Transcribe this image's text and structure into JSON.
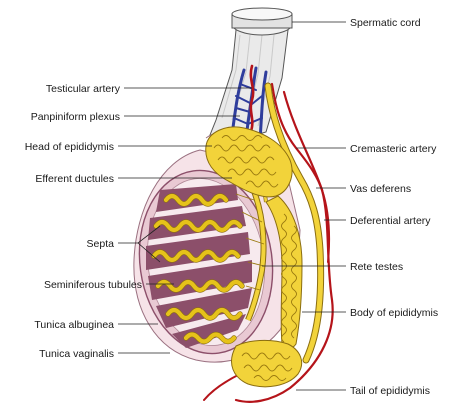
{
  "labels": {
    "spermatic_cord": "Spermatic cord",
    "testicular_artery": "Testicular artery",
    "panpiniform_plexus": "Panpiniform plexus",
    "head_of_epididymis": "Head of epididymis",
    "cremasteric_artery": "Cremasteric artery",
    "efferent_ductules": "Efferent ductules",
    "vas_deferens": "Vas deferens",
    "deferential_artery": "Deferential artery",
    "septa": "Septa",
    "rete_testes": "Rete testes",
    "seminiferous_tubules": "Seminiferous tubules",
    "body_of_epididymis": "Body of epididymis",
    "tunica_albuginea": "Tunica albuginea",
    "tunica_vaginalis": "Tunica vaginalis",
    "tail_of_epididymis": "Tail of epididymis"
  },
  "colors": {
    "artery": "#b5141a",
    "vein": "#2f3d9c",
    "duct": "#f2d33a",
    "lobule": "#8c4f6a",
    "tunica": "#f4dde3"
  }
}
